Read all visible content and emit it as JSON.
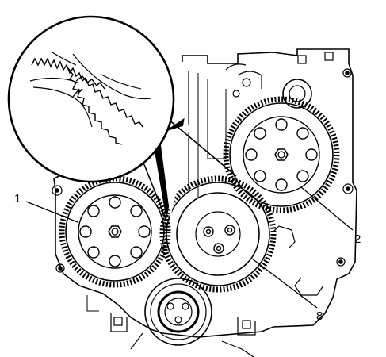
{
  "callouts": [
    {
      "id": "1",
      "label": "1"
    },
    {
      "id": "2",
      "label": "2"
    },
    {
      "id": "8",
      "label": "8"
    }
  ],
  "colors": {
    "ink": "#000000",
    "paper": "#ffffff"
  }
}
